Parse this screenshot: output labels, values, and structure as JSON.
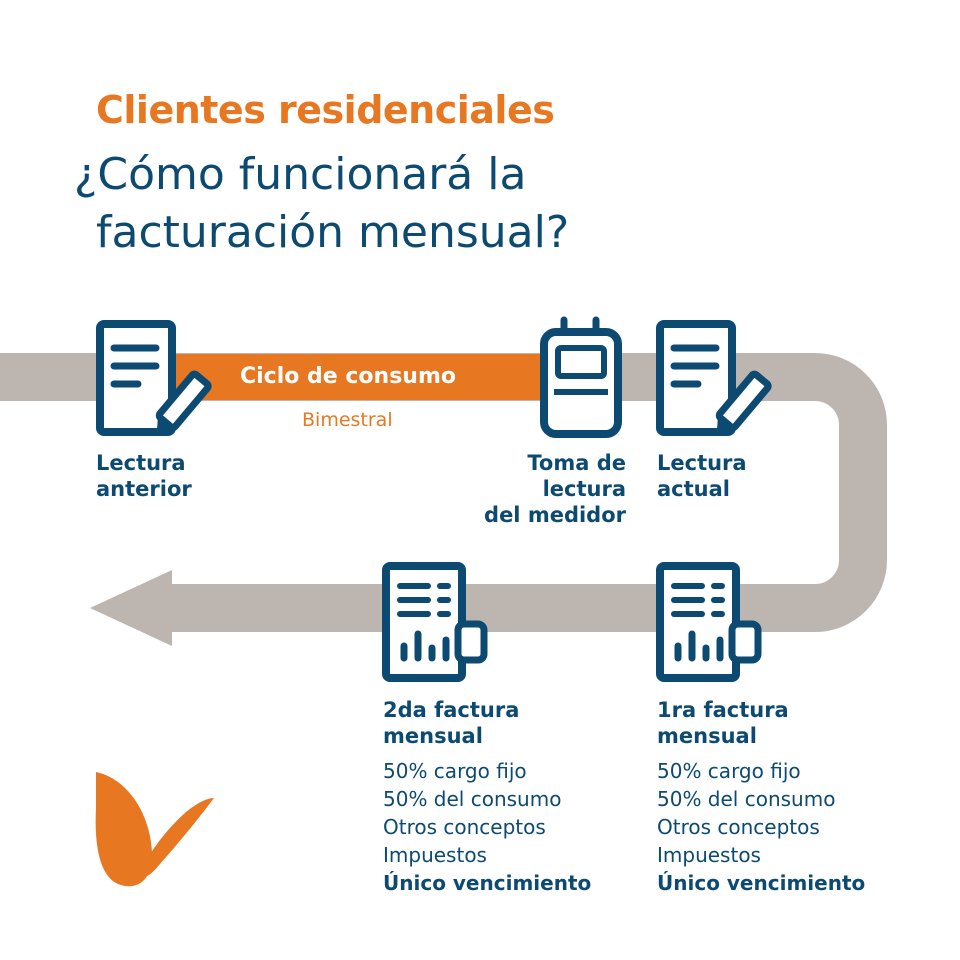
{
  "header": {
    "kicker": "Clientes residenciales",
    "title_line1": "¿Cómo funcionará la",
    "title_line2": "facturación mensual?"
  },
  "cycle": {
    "label": "Ciclo de consumo",
    "period": "Bimestral"
  },
  "steps": {
    "previous_reading": {
      "line1": "Lectura",
      "line2": "anterior",
      "icon": "document-pen-icon"
    },
    "meter_reading": {
      "line1": "Toma de",
      "line2": "lectura",
      "line3": "del medidor",
      "icon": "meter-icon"
    },
    "current_reading": {
      "line1": "Lectura",
      "line2": "actual",
      "icon": "document-pen-icon"
    }
  },
  "bills": {
    "second": {
      "title_line1": "2da factura",
      "title_line2": "mensual",
      "items": [
        "50% cargo fijo",
        "50% del consumo",
        "Otros conceptos",
        "Impuestos"
      ],
      "emphasis": "Único vencimiento",
      "icon": "invoice-chart-icon"
    },
    "first": {
      "title_line1": "1ra factura",
      "title_line2": "mensual",
      "items": [
        "50% cargo fijo",
        "50% del consumo",
        "Otros conceptos",
        "Impuestos"
      ],
      "emphasis": "Único vencimiento",
      "icon": "invoice-chart-icon"
    }
  },
  "brand": {
    "logo": "butterfly-logo-icon"
  },
  "colors": {
    "orange": "#e87722",
    "navy": "#0d4a72",
    "gray_track": "#bdb6b0",
    "background": "#ffffff"
  }
}
